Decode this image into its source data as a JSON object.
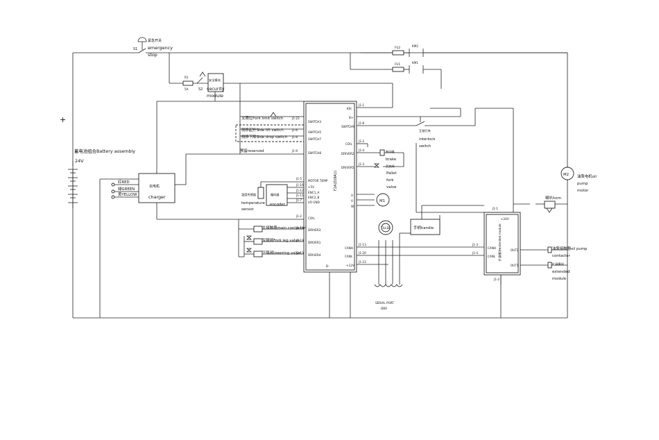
{
  "colors": {
    "line": "#222222",
    "background": "#ffffff"
  },
  "labels": {
    "s1": "S1",
    "estop_cn": "紧急开关",
    "estop_en1": "emergency",
    "estop_en2": "stop",
    "fu2": "FU2",
    "km2": "KM2",
    "fu1": "FU1",
    "km1": "KM1",
    "r1": "R1",
    "fuse_val": "5A",
    "s2": "S2",
    "security_cn": "安全模块",
    "security_en1": "security",
    "security_en2": "module",
    "plus": "+",
    "battery": "蓄电池组合Battery assembly",
    "v24": "24V",
    "red": "红RED",
    "green": "绿GREEN",
    "yellow": "黄YELLOW",
    "charger_cn": "充电机",
    "charger_en": "charger",
    "fork_limit": "叉限位Fork limit switch",
    "side_lift": "侧移起升Side lift switch",
    "side_drop": "侧移下降Side drop switch",
    "reserved": "预留reserved",
    "j122": "J1-22",
    "j16": "J1-6",
    "j18": "J1-8",
    "j19": "J1-9",
    "j15": "J1-5",
    "j116": "J1-16",
    "j112": "J1-12",
    "j111": "J1-11",
    "j17": "J1-7",
    "j12": "J1-2",
    "j16b": "J1-6",
    "j13": "J1-3",
    "j14": "J1-4",
    "j11": "J1-1",
    "j118": "J1-18",
    "j119": "J1-19",
    "j110": "J1-10",
    "j113": "J1-13",
    "j120": "J1-20",
    "j123": "J1-23",
    "ctrl_switch1": "SWITCH3",
    "ctrl_switch2": "SWITCH5",
    "ctrl_switch3": "SWITCH7",
    "ctrl_switch4": "SWITCH8",
    "ctrl_motor_temp": "MOTOR TEMP",
    "ctrl_5v": "+5V",
    "ctrl_enc_a": "ENC1_A",
    "ctrl_enc_b": "ENC2_B",
    "ctrl_io_gnd": "I/O GND",
    "ctrl_coil": "COIL",
    "ctrl_driver3": "DRIVER3",
    "ctrl_driver1": "DRIVER1",
    "ctrl_driver4": "DRIVER4",
    "ctrl_bminus": "B-",
    "ctrl_ksi": "KSI",
    "ctrl_bplus": "B+",
    "ctrl_switch9": "SWITCH9",
    "ctrl_coil2": "COIL",
    "ctrl_driver2": "DRIVER2",
    "ctrl_driver5": "DRIVER5",
    "ctrl_u": "U",
    "ctrl_v": "V",
    "ctrl_w": "W",
    "ctrl_canh": "CANH",
    "ctrl_canl": "CANL",
    "ctrl_12v": "+12V",
    "controller_model": "F2A(D)9A(i)",
    "temp_cn": "温度传感器",
    "temp_en1": "temperature",
    "temp_en2": "sensor",
    "encoder_cn": "编码器",
    "encoder_en": "encoder",
    "main_contactor": "主接触器main contactor",
    "fork_leg": "叉腿阀Fork leg valve",
    "lowering": "下降阀lowering valve",
    "brake_cn": "制动器",
    "brake_en": "brake",
    "pallet_cn": "货叉阀",
    "pallet_en1": "Pallet",
    "pallet_en2": "fork",
    "pallet_en3": "valve",
    "interlock_cn": "互锁开关",
    "interlock_en1": "interlock",
    "interlock_en2": "switch",
    "m1": "M1",
    "m2": "M2",
    "serial_port1": "SERIAL PORT",
    "serial_port2": "DB9",
    "handle": "手柄handle",
    "tiller": "TILLER",
    "ext_cn": "扩展模块extended module",
    "ext_24v": "+24V",
    "ext_canh": "CANH",
    "ext_canl": "CANL",
    "ext_out2": "OUT2",
    "ext_out1": "OUT1",
    "ext_j11": "J1-1",
    "ext_j13": "J1-3",
    "ext_j14": "J1-4",
    "ext_j12": "J1-2",
    "oil_pump_motor1": "油泵电机oil",
    "oil_pump_motor2": "pump",
    "oil_pump_motor3": "motor",
    "horn": "喇叭horn",
    "oil_pump_contactor1": "油泵接触器oil pump",
    "oil_pump_contactor2": "contactor",
    "ext_module1": "扩展模块",
    "ext_module2": "extended",
    "ext_module3": "module"
  }
}
